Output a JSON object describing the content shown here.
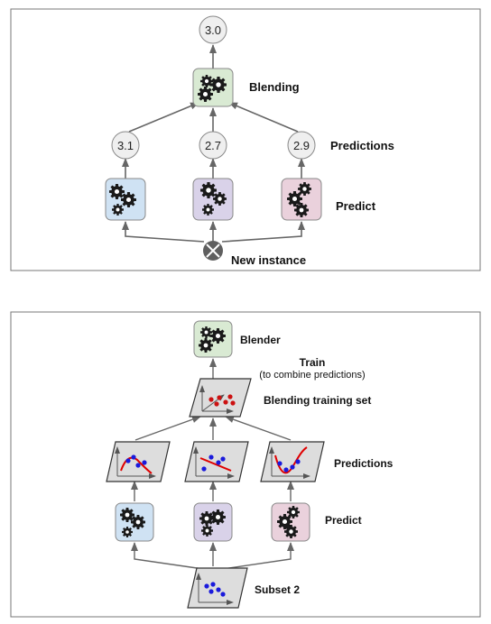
{
  "top_panel": {
    "output_value": "3.0",
    "blending_label": "Blending",
    "predictions_label": "Predictions",
    "predict_label": "Predict",
    "input_label": "New instance",
    "prediction_values": [
      "3.1",
      "2.7",
      "2.9"
    ]
  },
  "bottom_panel": {
    "blender_label": "Blender",
    "train_label": "Train",
    "train_sublabel": "(to combine predictions)",
    "blending_set_label": "Blending training set",
    "predictions_label": "Predictions",
    "predict_label": "Predict",
    "subset_label": "Subset 2"
  },
  "colors": {
    "blender_fill": "#d9ead3",
    "predictor_1_fill": "#cfe2f3",
    "predictor_2_fill": "#d9d2e9",
    "predictor_3_fill": "#ead1dc",
    "circle_fill": "#efefef",
    "plane_fill": "#dddddd",
    "point_blue": "#1a1adc",
    "point_red": "#cc1111",
    "curve_red": "#e00000",
    "arrow": "#666666"
  },
  "icons": [
    "gear-icon",
    "scatter-plot-icon",
    "combine-circle-icon"
  ]
}
